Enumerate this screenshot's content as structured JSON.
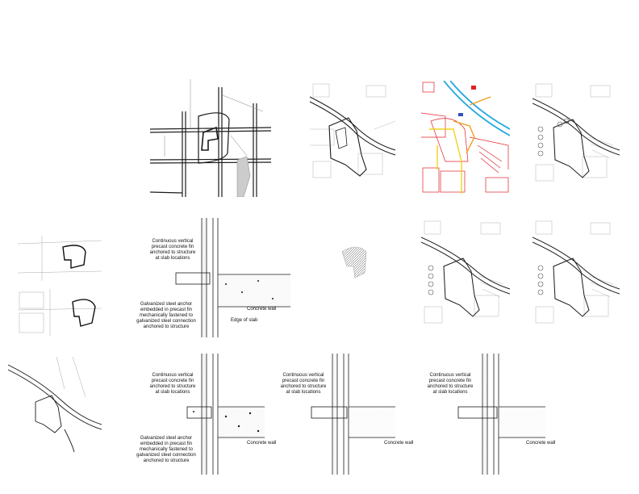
{
  "colors": {
    "line": "#1a1a1a",
    "light": "#9a9a9a",
    "red": "#e0202a",
    "blue": "#22a6e0",
    "orange": "#f0a020",
    "yellow": "#f2d21a",
    "background": "#ffffff"
  },
  "details": {
    "detail_1": {
      "fin_note": "Continuous vertical\nprecast concrete fin\nanchored to structure\nat slab locations",
      "anchor_note": "Galvanized steel anchor\nembedded in precast fin\nmechanically fastened to\ngalvanized steel connection\nanchored to structure",
      "wall_note": "Concrete wall",
      "slab_note": "Edge of slab"
    },
    "detail_2": {
      "fin_note": "Continuous vertical\nprecast concrete fin\nanchored to structure\nat slab locations",
      "anchor_note": "Galvanized steel anchor\nembedded in precast fin\nmechanically fastened to\ngalvanized steel connection\nanchored to structure",
      "wall_note": "Concrete wall"
    },
    "detail_3": {
      "fin_note": "Continuous vertical\nprecast concrete fin\nanchored to structure\nat slab locations",
      "wall_note": "Concrete wall"
    },
    "detail_4": {
      "fin_note": "Continuous vertical\nprecast concrete fin\nanchored to structure\nat slab locations",
      "wall_note": "Concrete wall"
    }
  }
}
